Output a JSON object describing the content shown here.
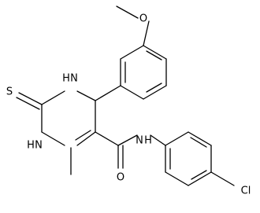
{
  "molecule": {
    "atom_labels": {
      "oxygen_methoxy": "O",
      "sulfur": "S",
      "nh_ring_top": "H",
      "n_ring_top": "N",
      "nh_ring_bottom": "H",
      "n_ring_bottom": "N",
      "oxygen_carbonyl": "O",
      "n_amide": "N",
      "nh_amide": "H",
      "chlorine": "Cl"
    }
  }
}
